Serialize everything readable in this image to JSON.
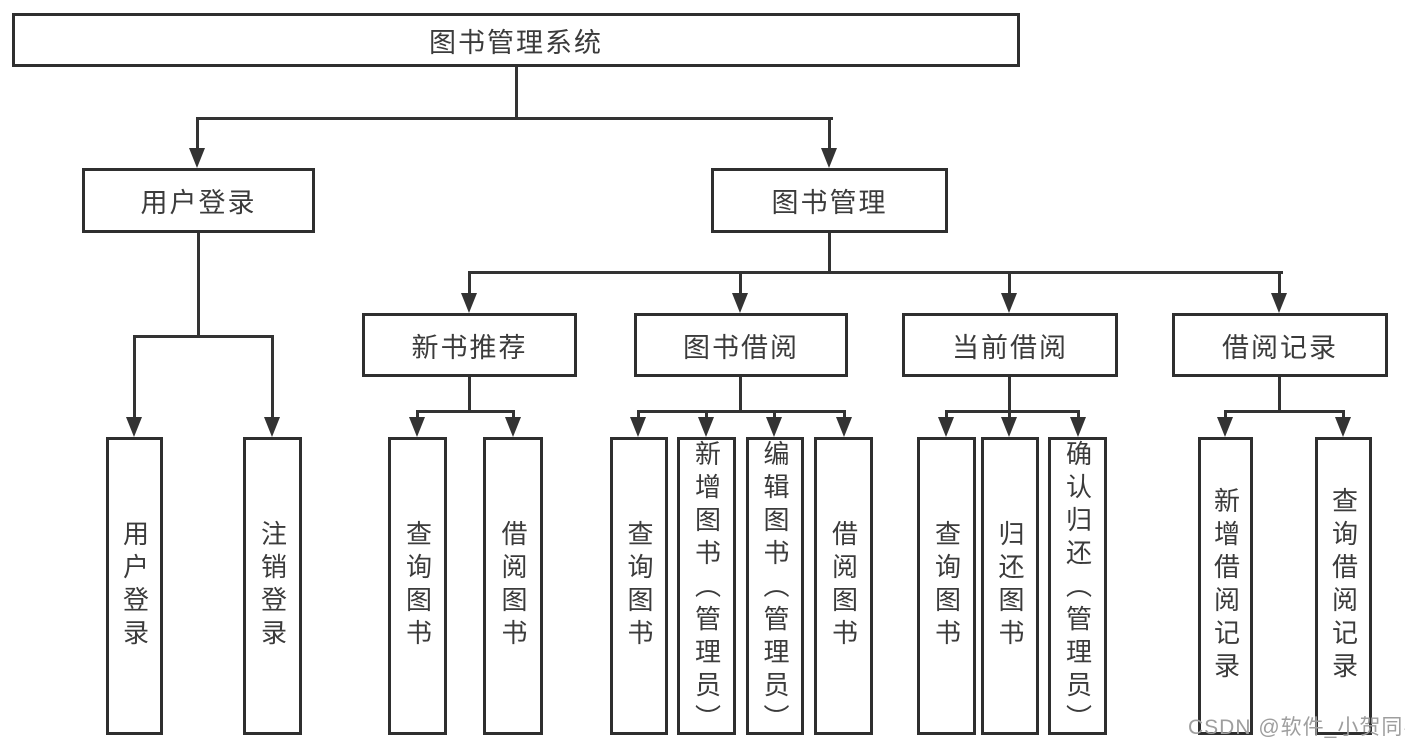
{
  "diagram": {
    "root": {
      "label": "图书管理系统"
    },
    "level2": [
      {
        "label": "用户登录"
      },
      {
        "label": "图书管理"
      }
    ],
    "level3": [
      {
        "label": "新书推荐",
        "parent": "图书管理"
      },
      {
        "label": "图书借阅",
        "parent": "图书管理"
      },
      {
        "label": "当前借阅",
        "parent": "图书管理"
      },
      {
        "label": "借阅记录",
        "parent": "图书管理"
      }
    ],
    "leaves": [
      {
        "label": "用户登录",
        "parent": "用户登录"
      },
      {
        "label": "注销登录",
        "parent": "用户登录"
      },
      {
        "label": "查询图书",
        "parent": "新书推荐"
      },
      {
        "label": "借阅图书",
        "parent": "新书推荐"
      },
      {
        "label": "查询图书",
        "parent": "图书借阅"
      },
      {
        "label": "新增图书（管理员）",
        "parent": "图书借阅"
      },
      {
        "label": "编辑图书（管理员）",
        "parent": "图书借阅"
      },
      {
        "label": "借阅图书",
        "parent": "图书借阅"
      },
      {
        "label": "查询图书",
        "parent": "当前借阅"
      },
      {
        "label": "归还图书",
        "parent": "当前借阅"
      },
      {
        "label": "确认归还（管理员）",
        "parent": "当前借阅"
      },
      {
        "label": "新增借阅记录",
        "parent": "借阅记录"
      },
      {
        "label": "查询借阅记录",
        "parent": "借阅记录"
      }
    ]
  },
  "watermark": {
    "text": "CSDN @软件_小贺同学"
  },
  "colors": {
    "line": "#333333",
    "box_border": "#2f2f2f",
    "text": "#3b3b3b",
    "watermark": "#9e9e9e",
    "background": "#ffffff"
  }
}
